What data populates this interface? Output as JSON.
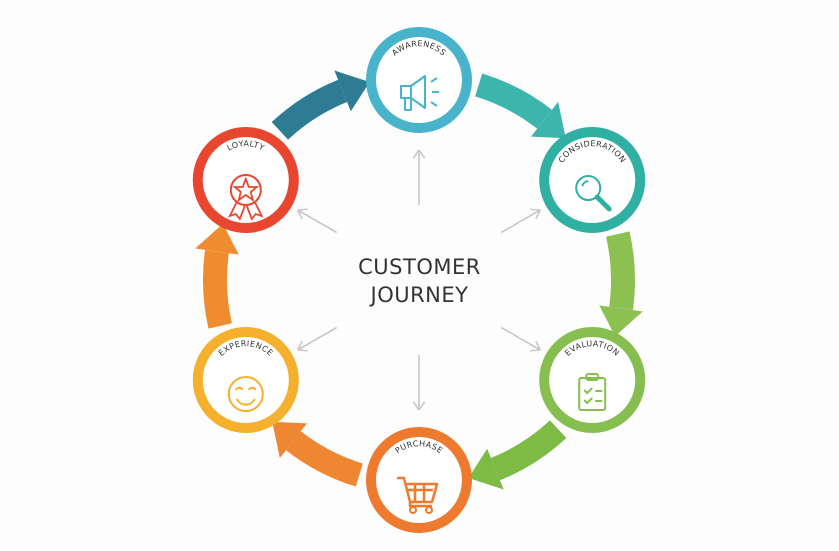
{
  "title": {
    "line1": "CUSTOMER",
    "line2": "JOURNEY"
  },
  "stages": [
    {
      "label": "AWARENESS",
      "icon": "megaphone-icon",
      "color": "#4ab3cc",
      "arrow_color": "#3cb6ad"
    },
    {
      "label": "CONSIDERATION",
      "icon": "magnifier-icon",
      "color": "#2fb0a2",
      "arrow_color": "#8cc152"
    },
    {
      "label": "EVALUATION",
      "icon": "clipboard-icon",
      "color": "#86bf4f",
      "arrow_color": "#7dbb45"
    },
    {
      "label": "PURCHASE",
      "icon": "cart-icon",
      "color": "#ee7a2f",
      "arrow_color": "#ef8632"
    },
    {
      "label": "EXPERIENCE",
      "icon": "smiley-icon",
      "color": "#f5b02e",
      "arrow_color": "#f08c30"
    },
    {
      "label": "LOYALTY",
      "icon": "award-ribbon-icon",
      "color": "#e9462f",
      "arrow_color": "#2e7c93"
    }
  ],
  "center_arrow_color": "#c8c8c8"
}
